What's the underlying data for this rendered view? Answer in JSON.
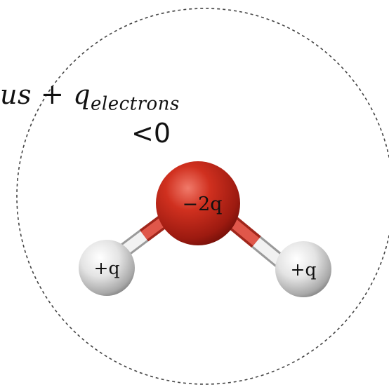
{
  "equation": {
    "term1_fragment": "us",
    "operator": "+",
    "term2": "q",
    "term2_subscript": "electrons"
  },
  "inequality": "<0",
  "atoms": {
    "oxygen": {
      "charge_label": "−2q",
      "color": "#c1271a"
    },
    "hydrogen_left": {
      "charge_label": "+q",
      "color": "#e6e6e6"
    },
    "hydrogen_right": {
      "charge_label": "+q",
      "color": "#e6e6e6"
    }
  },
  "boundary": {
    "style": "dashed",
    "color": "#444444"
  }
}
